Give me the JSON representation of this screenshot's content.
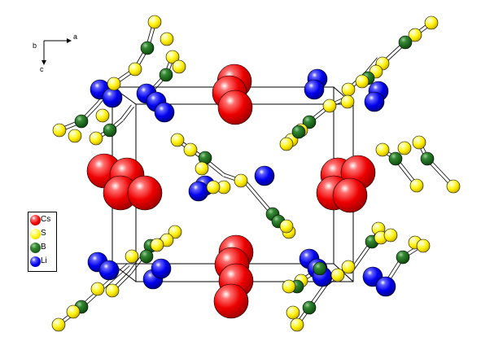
{
  "axes": {
    "a": "a",
    "b": "b",
    "c": "c"
  },
  "legend": [
    {
      "label": "Cs",
      "color": "#ee0000"
    },
    {
      "label": "S",
      "color": "#ffee00"
    },
    {
      "label": "B",
      "color": "#116611"
    },
    {
      "label": "Li",
      "color": "#0000ee"
    }
  ]
}
